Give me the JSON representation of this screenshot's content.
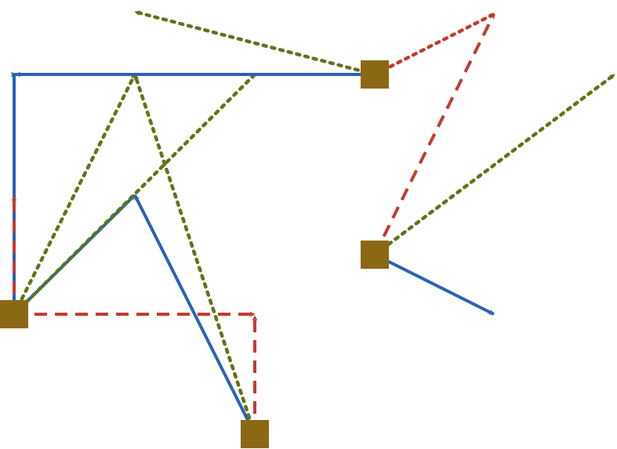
{
  "colors": {
    "background": "#ffffff",
    "node": "#8b6914",
    "blue": "#2a62b6",
    "red": "#c23b33",
    "green": "#62731a"
  },
  "diagram": {
    "nodes": [
      "n1",
      "n2",
      "n3",
      "n4"
    ],
    "edges": [
      {
        "from": "n1",
        "to": "p_top_left",
        "style": "solid",
        "color": "blue"
      },
      {
        "from": "n1",
        "to": "p_blue_mid",
        "style": "solid",
        "color": "blue"
      },
      {
        "from": "n1",
        "to": "p_red_up",
        "style": "dashed",
        "color": "red"
      },
      {
        "from": "n1",
        "to": "p_red_right",
        "style": "dashed",
        "color": "red"
      },
      {
        "from": "n1",
        "to": "p_green_top1",
        "style": "dotted",
        "color": "green"
      },
      {
        "from": "n1",
        "to": "p_green_top2",
        "style": "dotted",
        "color": "green"
      },
      {
        "from": "n2",
        "to": "p_top_left",
        "style": "solid",
        "color": "blue"
      },
      {
        "from": "n2",
        "to": "p_green_far",
        "style": "dotted",
        "color": "green"
      },
      {
        "from": "n2",
        "to": "p_red_top_right",
        "style": "dotted",
        "color": "red"
      },
      {
        "from": "n3",
        "to": "p_red_top_right",
        "style": "dashed",
        "color": "red"
      },
      {
        "from": "n3",
        "to": "p_green_right",
        "style": "dotted",
        "color": "green"
      },
      {
        "from": "n3",
        "to": "p_blue_right",
        "style": "solid",
        "color": "blue"
      },
      {
        "from": "n4",
        "to": "p_blue_mid",
        "style": "solid",
        "color": "blue"
      },
      {
        "from": "n4",
        "to": "p_green_top1",
        "style": "dotted",
        "color": "green"
      },
      {
        "from": "n4",
        "to": "p_red_right2",
        "style": "dashed",
        "color": "red"
      }
    ]
  }
}
